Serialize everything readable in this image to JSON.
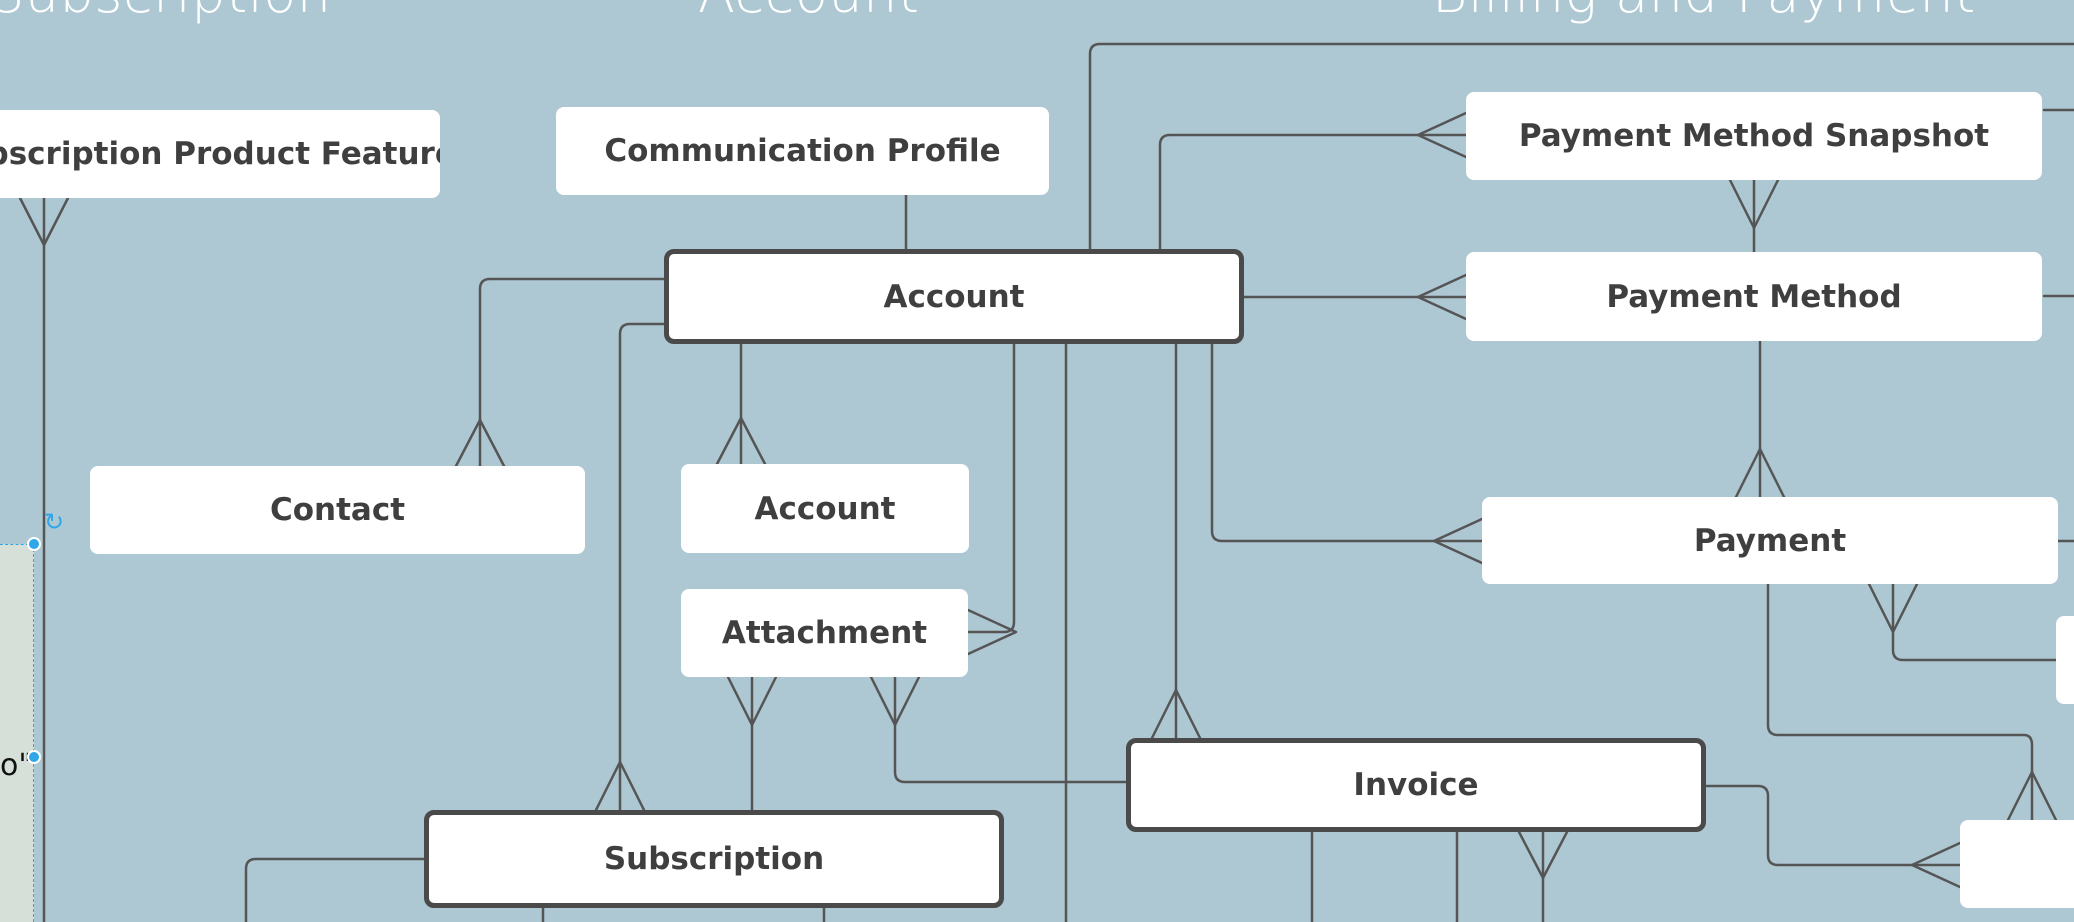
{
  "colors": {
    "background": "#aec8d3",
    "line": "#555555",
    "entity_fill": "#ffffff",
    "entity_text": "#3f3f3f",
    "selection": "#2ea6e8"
  },
  "headers": {
    "subscription": "Subscription",
    "account": "Account",
    "billing": "Billing and Payment"
  },
  "entities": {
    "subscription_product_feature": "Subscription Product Feature",
    "communication_profile": "Communication Profile",
    "account_main": "Account",
    "payment_method_snapshot": "Payment Method Snapshot",
    "payment_method": "Payment Method",
    "contact": "Contact",
    "account_secondary": "Account",
    "attachment": "Attachment",
    "payment": "Payment",
    "invoice": "Invoice",
    "subscription": "Subscription"
  },
  "selection": {
    "partial_text": "o\"",
    "rotate_icon": "rotate-icon"
  }
}
